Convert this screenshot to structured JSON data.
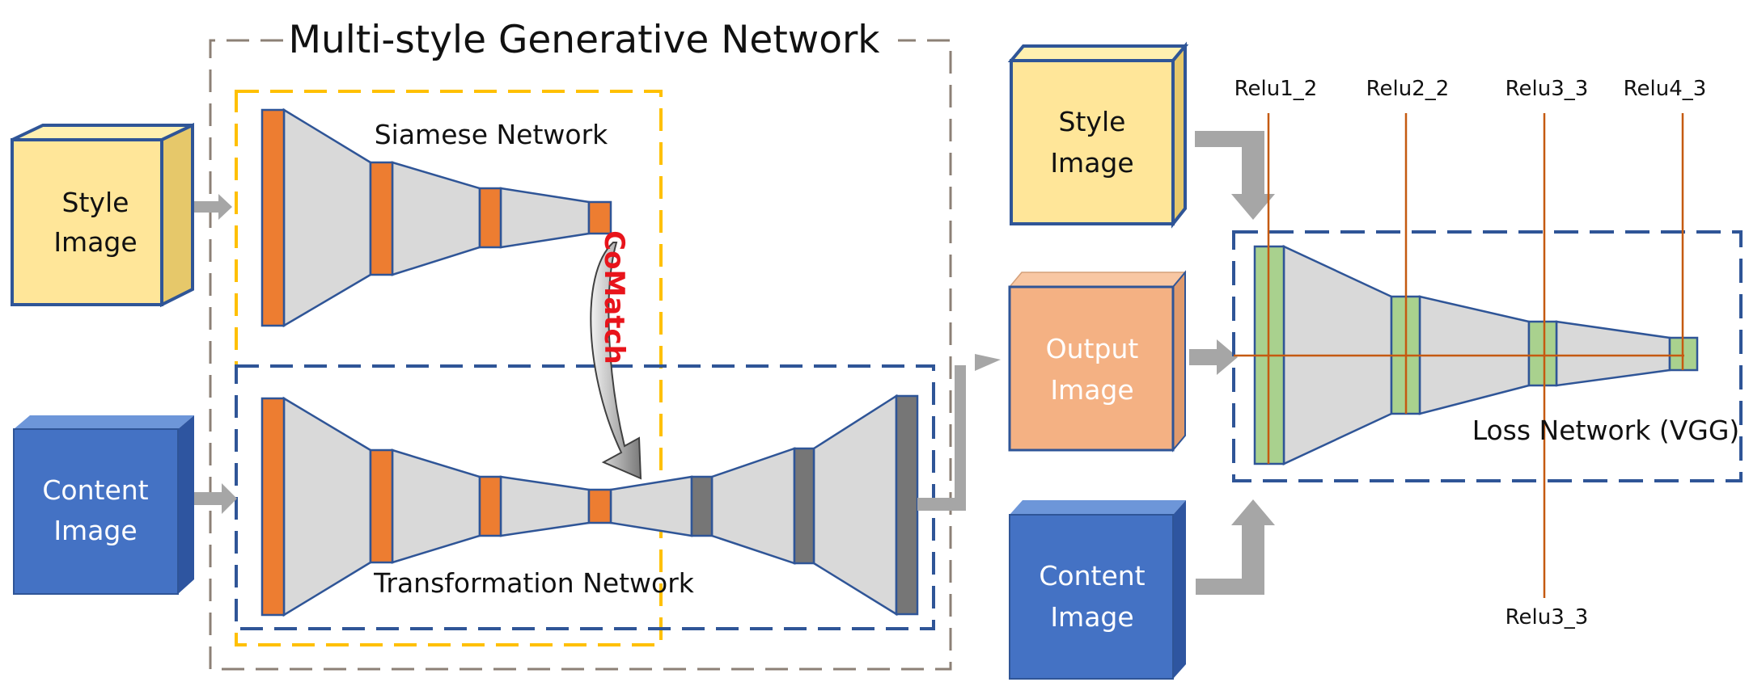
{
  "title": "Multi-style Generative Network",
  "siamese_label": "Siamese Network",
  "transformation_label": "Transformation Network",
  "comatch_label": "CoMatch",
  "loss_label": "Loss Network (VGG)",
  "inputs_left": {
    "style": [
      "Style",
      "Image"
    ],
    "content": [
      "Content",
      "Image"
    ]
  },
  "inputs_right": {
    "style": [
      "Style",
      "Image"
    ],
    "output": [
      "Output",
      "Image"
    ],
    "content": [
      "Content",
      "Image"
    ]
  },
  "relu_top": [
    "Relu1_2",
    "Relu2_2",
    "Relu3_3",
    "Relu4_3"
  ],
  "relu_bottom": "Relu3_3",
  "colors": {
    "orange_block": "#ed7d31",
    "grey_block": "#767676",
    "green_block": "#a9d18e",
    "funnel_fill": "#d9d9d9",
    "funnel_stroke": "#2f5597",
    "style_cube": "#ffe699",
    "content_cube": "#4472c4",
    "output_cube": "#f4b183",
    "dash_outer": "#8c8076",
    "dash_yellow": "#ffc000",
    "dash_blue": "#2f5597",
    "relu_line": "#c55a11",
    "arrow_grey": "#a6a6a6",
    "comatch_text": "#e8141b"
  }
}
